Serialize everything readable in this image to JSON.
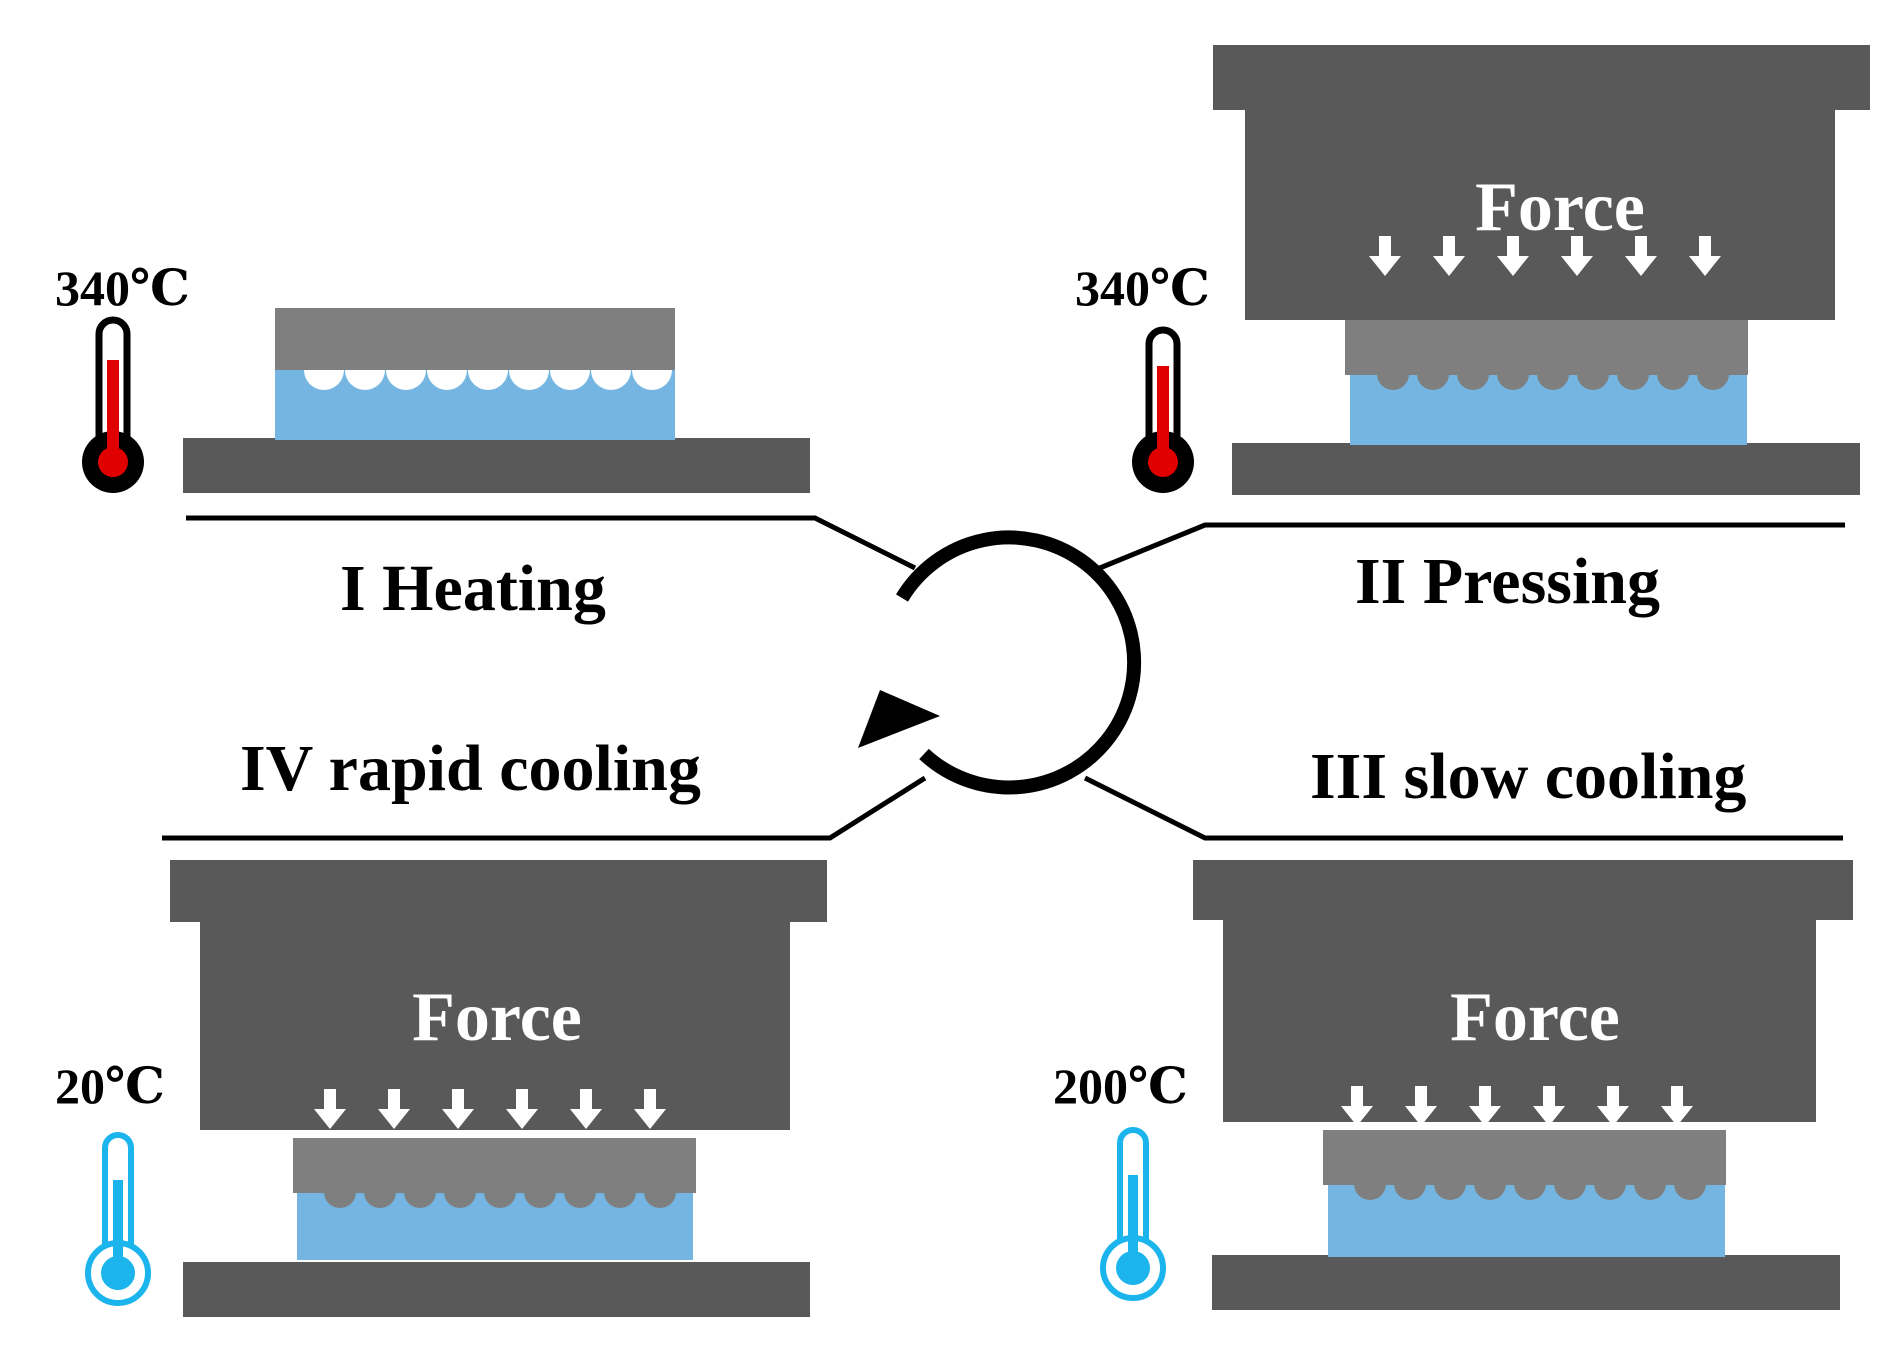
{
  "colors": {
    "press_dark": "#595959",
    "pad_gray": "#7f7f7f",
    "substrate_blue": "#74b6e1",
    "hot_red": "#e00000",
    "cold_blue": "#1cb4ec",
    "line": "#000000",
    "white": "#ffffff"
  },
  "icons": {
    "hot": "thermometer-hot-icon",
    "cold": "thermometer-cold-icon",
    "cycle": "cycle-arrow-icon",
    "force": "down-arrow-icon"
  },
  "steps": [
    {
      "label": "I Heating",
      "temperature": "340℃"
    },
    {
      "label": "II Pressing",
      "temperature": "340℃",
      "force": "Force"
    },
    {
      "label": "III slow cooling",
      "temperature": "200℃",
      "force": "Force"
    },
    {
      "label": "IV rapid cooling",
      "temperature": "20℃",
      "force": "Force"
    }
  ]
}
